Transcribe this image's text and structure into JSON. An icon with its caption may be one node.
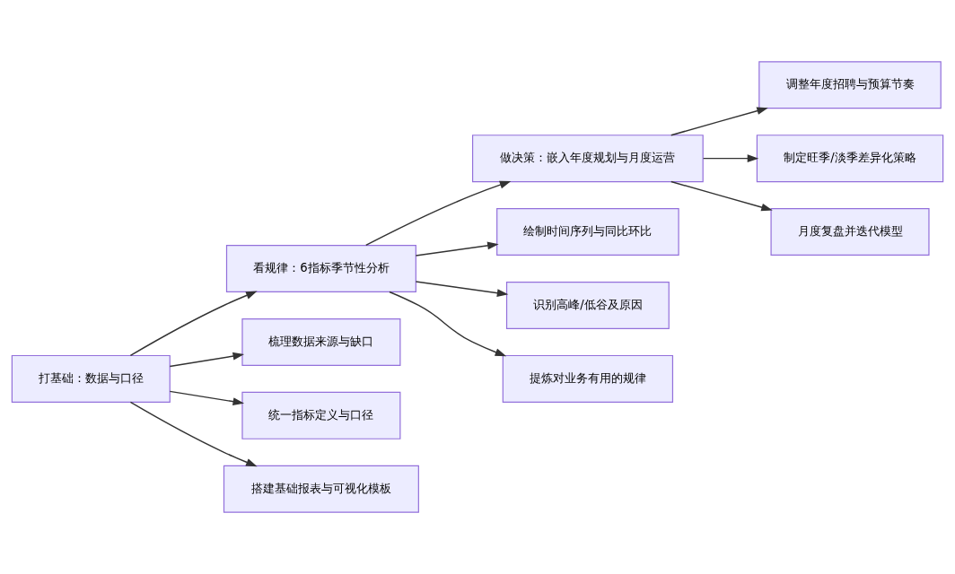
{
  "diagram": {
    "nodes": [
      {
        "text": [
          "打基础：数据与口径"
        ]
      },
      {
        "text": [
          "看规律：6指标季节性分析"
        ]
      },
      {
        "text": [
          "梳理数据来源与缺口"
        ]
      },
      {
        "text": [
          "统一指标定义与口径"
        ]
      },
      {
        "text": [
          "搭建基础报表与可视化模板"
        ]
      },
      {
        "text": [
          "做决策：嵌入年度规划与月度运营"
        ]
      },
      {
        "text": [
          "绘制时间序列与同比环比"
        ]
      },
      {
        "text": [
          "识别高峰/低谷及原因"
        ]
      },
      {
        "text": [
          "提炼对业务有用的规律"
        ]
      },
      {
        "text": [
          "调整年度招聘与预算节奏"
        ]
      },
      {
        "text": [
          "制定旺季/淡季差异化策略"
        ]
      },
      {
        "text": [
          "月度复盘并迭代模型"
        ]
      }
    ],
    "edges": [
      {
        "from": 0,
        "to": 1,
        "arrow": "to"
      },
      {
        "from": 0,
        "to": 2,
        "arrow": "to"
      },
      {
        "from": 0,
        "to": 3,
        "arrow": "to"
      },
      {
        "from": 0,
        "to": 4,
        "arrow": "to"
      },
      {
        "from": 1,
        "to": 5,
        "arrow": "to"
      },
      {
        "from": 1,
        "to": 6,
        "arrow": "to"
      },
      {
        "from": 1,
        "to": 7,
        "arrow": "to"
      },
      {
        "from": 1,
        "to": 8,
        "arrow": "to"
      },
      {
        "from": 5,
        "to": 9,
        "arrow": "to"
      },
      {
        "from": 5,
        "to": 10,
        "arrow": "to"
      },
      {
        "from": 5,
        "to": 11,
        "arrow": "to"
      }
    ]
  }
}
